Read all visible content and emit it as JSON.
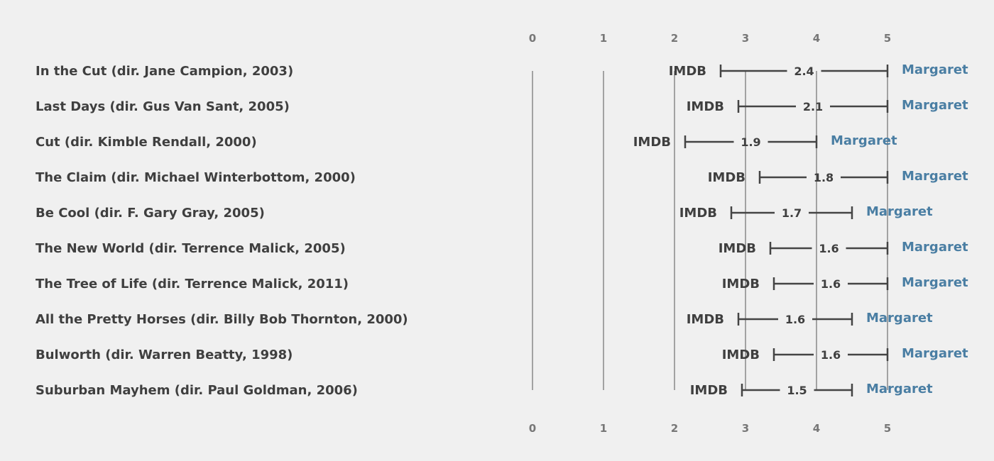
{
  "chart_data": {
    "type": "dumbbell",
    "x_ticks": [
      "0",
      "1",
      "2",
      "3",
      "4",
      "5"
    ],
    "xlim": [
      0,
      5
    ],
    "left_label": "IMDB",
    "right_label": "Margaret",
    "colors": {
      "text": "#3f3f3f",
      "margaret": "#4a7ea3",
      "axis": "#777777",
      "line": "#444444"
    },
    "rows": [
      {
        "film": "In the Cut (dir. Jane Campion, 2003)",
        "imdb": 2.65,
        "margaret": 5.0,
        "difference": "2.4"
      },
      {
        "film": "Last Days (dir. Gus Van Sant, 2005)",
        "imdb": 2.9,
        "margaret": 5.0,
        "difference": "2.1"
      },
      {
        "film": "Cut (dir. Kimble Rendall, 2000)",
        "imdb": 2.15,
        "margaret": 4.0,
        "difference": "1.9"
      },
      {
        "film": "The Claim (dir. Michael Winterbottom, 2000)",
        "imdb": 3.2,
        "margaret": 5.0,
        "difference": "1.8"
      },
      {
        "film": "Be Cool (dir. F. Gary Gray, 2005)",
        "imdb": 2.8,
        "margaret": 4.5,
        "difference": "1.7"
      },
      {
        "film": "The New World (dir. Terrence Malick, 2005)",
        "imdb": 3.35,
        "margaret": 5.0,
        "difference": "1.6"
      },
      {
        "film": "The Tree of Life (dir. Terrence Malick, 2011)",
        "imdb": 3.4,
        "margaret": 5.0,
        "difference": "1.6"
      },
      {
        "film": "All the Pretty Horses (dir. Billy Bob Thornton, 2000)",
        "imdb": 2.9,
        "margaret": 4.5,
        "difference": "1.6"
      },
      {
        "film": "Bulworth (dir. Warren Beatty, 1998)",
        "imdb": 3.4,
        "margaret": 5.0,
        "difference": "1.6"
      },
      {
        "film": "Suburban Mayhem (dir. Paul Goldman, 2006)",
        "imdb": 2.95,
        "margaret": 4.5,
        "difference": "1.5"
      }
    ]
  }
}
